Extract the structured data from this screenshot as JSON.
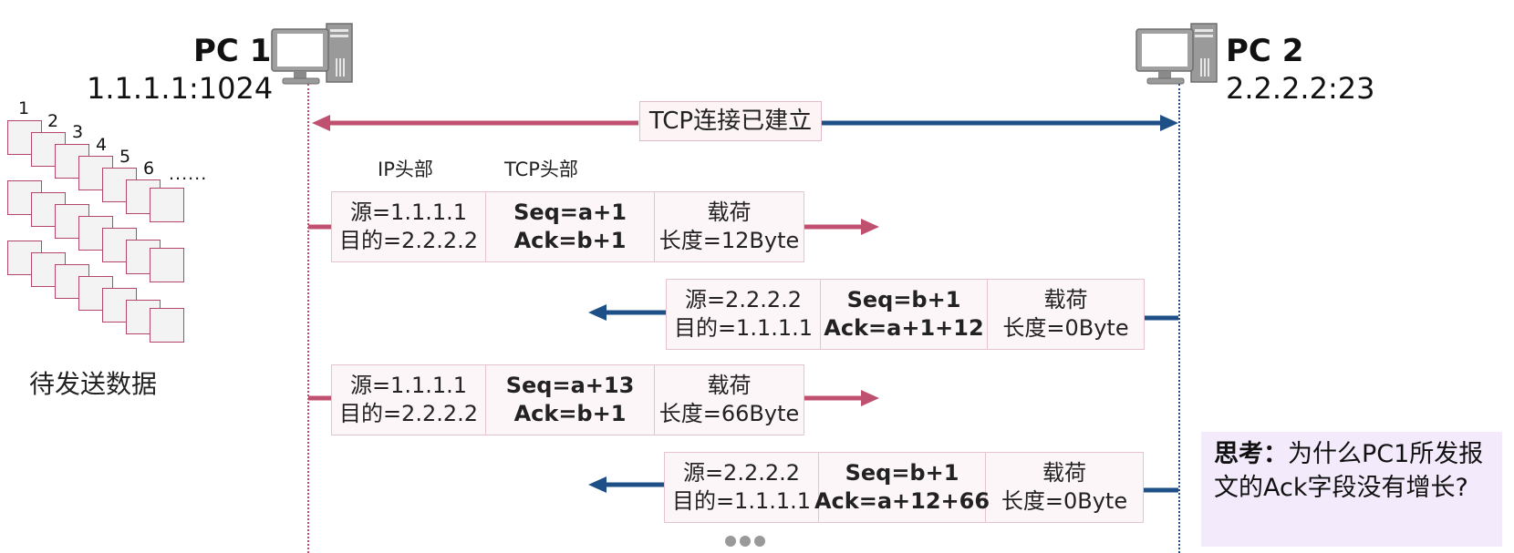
{
  "pc1": {
    "name": "PC 1",
    "address": "1.1.1.1:1024"
  },
  "pc2": {
    "name": "PC 2",
    "address": "2.2.2.2:23"
  },
  "connection_label": "TCP连接已建立",
  "queue": {
    "label": "待发送数据",
    "numbers": [
      "1",
      "2",
      "3",
      "4",
      "5",
      "6"
    ],
    "ellipsis": "......"
  },
  "header_labels": {
    "ip": "IP头部",
    "tcp": "TCP头部"
  },
  "segments": [
    {
      "direction": "right",
      "ip": [
        "源=1.1.1.1",
        "目的=2.2.2.2"
      ],
      "tcp": [
        "Seq=a+1",
        "Ack=b+1"
      ],
      "payload": [
        "载荷",
        "长度=12Byte"
      ]
    },
    {
      "direction": "left",
      "ip": [
        "源=2.2.2.2",
        "目的=1.1.1.1"
      ],
      "tcp": [
        "Seq=b+1",
        "Ack=a+1+12"
      ],
      "payload": [
        "载荷",
        "长度=0Byte"
      ]
    },
    {
      "direction": "right",
      "ip": [
        "源=1.1.1.1",
        "目的=2.2.2.2"
      ],
      "tcp": [
        "Seq=a+13",
        "Ack=b+1"
      ],
      "payload": [
        "载荷",
        "长度=66Byte"
      ]
    },
    {
      "direction": "left",
      "ip": [
        "源=2.2.2.2",
        "目的=1.1.1.1"
      ],
      "tcp": [
        "Seq=b+1",
        "Ack=a+12+66"
      ],
      "payload": [
        "载荷",
        "长度=0Byte"
      ]
    }
  ],
  "think": {
    "title": "思考：",
    "text": "为什么PC1所发报文的Ack字段没有增长?"
  },
  "colors": {
    "pc1_red": "#c0506f",
    "pc2_blue": "#1e4f86",
    "segment_border": "#e6c4cf",
    "think_bg": "#f3ebfb"
  },
  "icons": [
    "computer-icon",
    "more-dots-icon"
  ]
}
